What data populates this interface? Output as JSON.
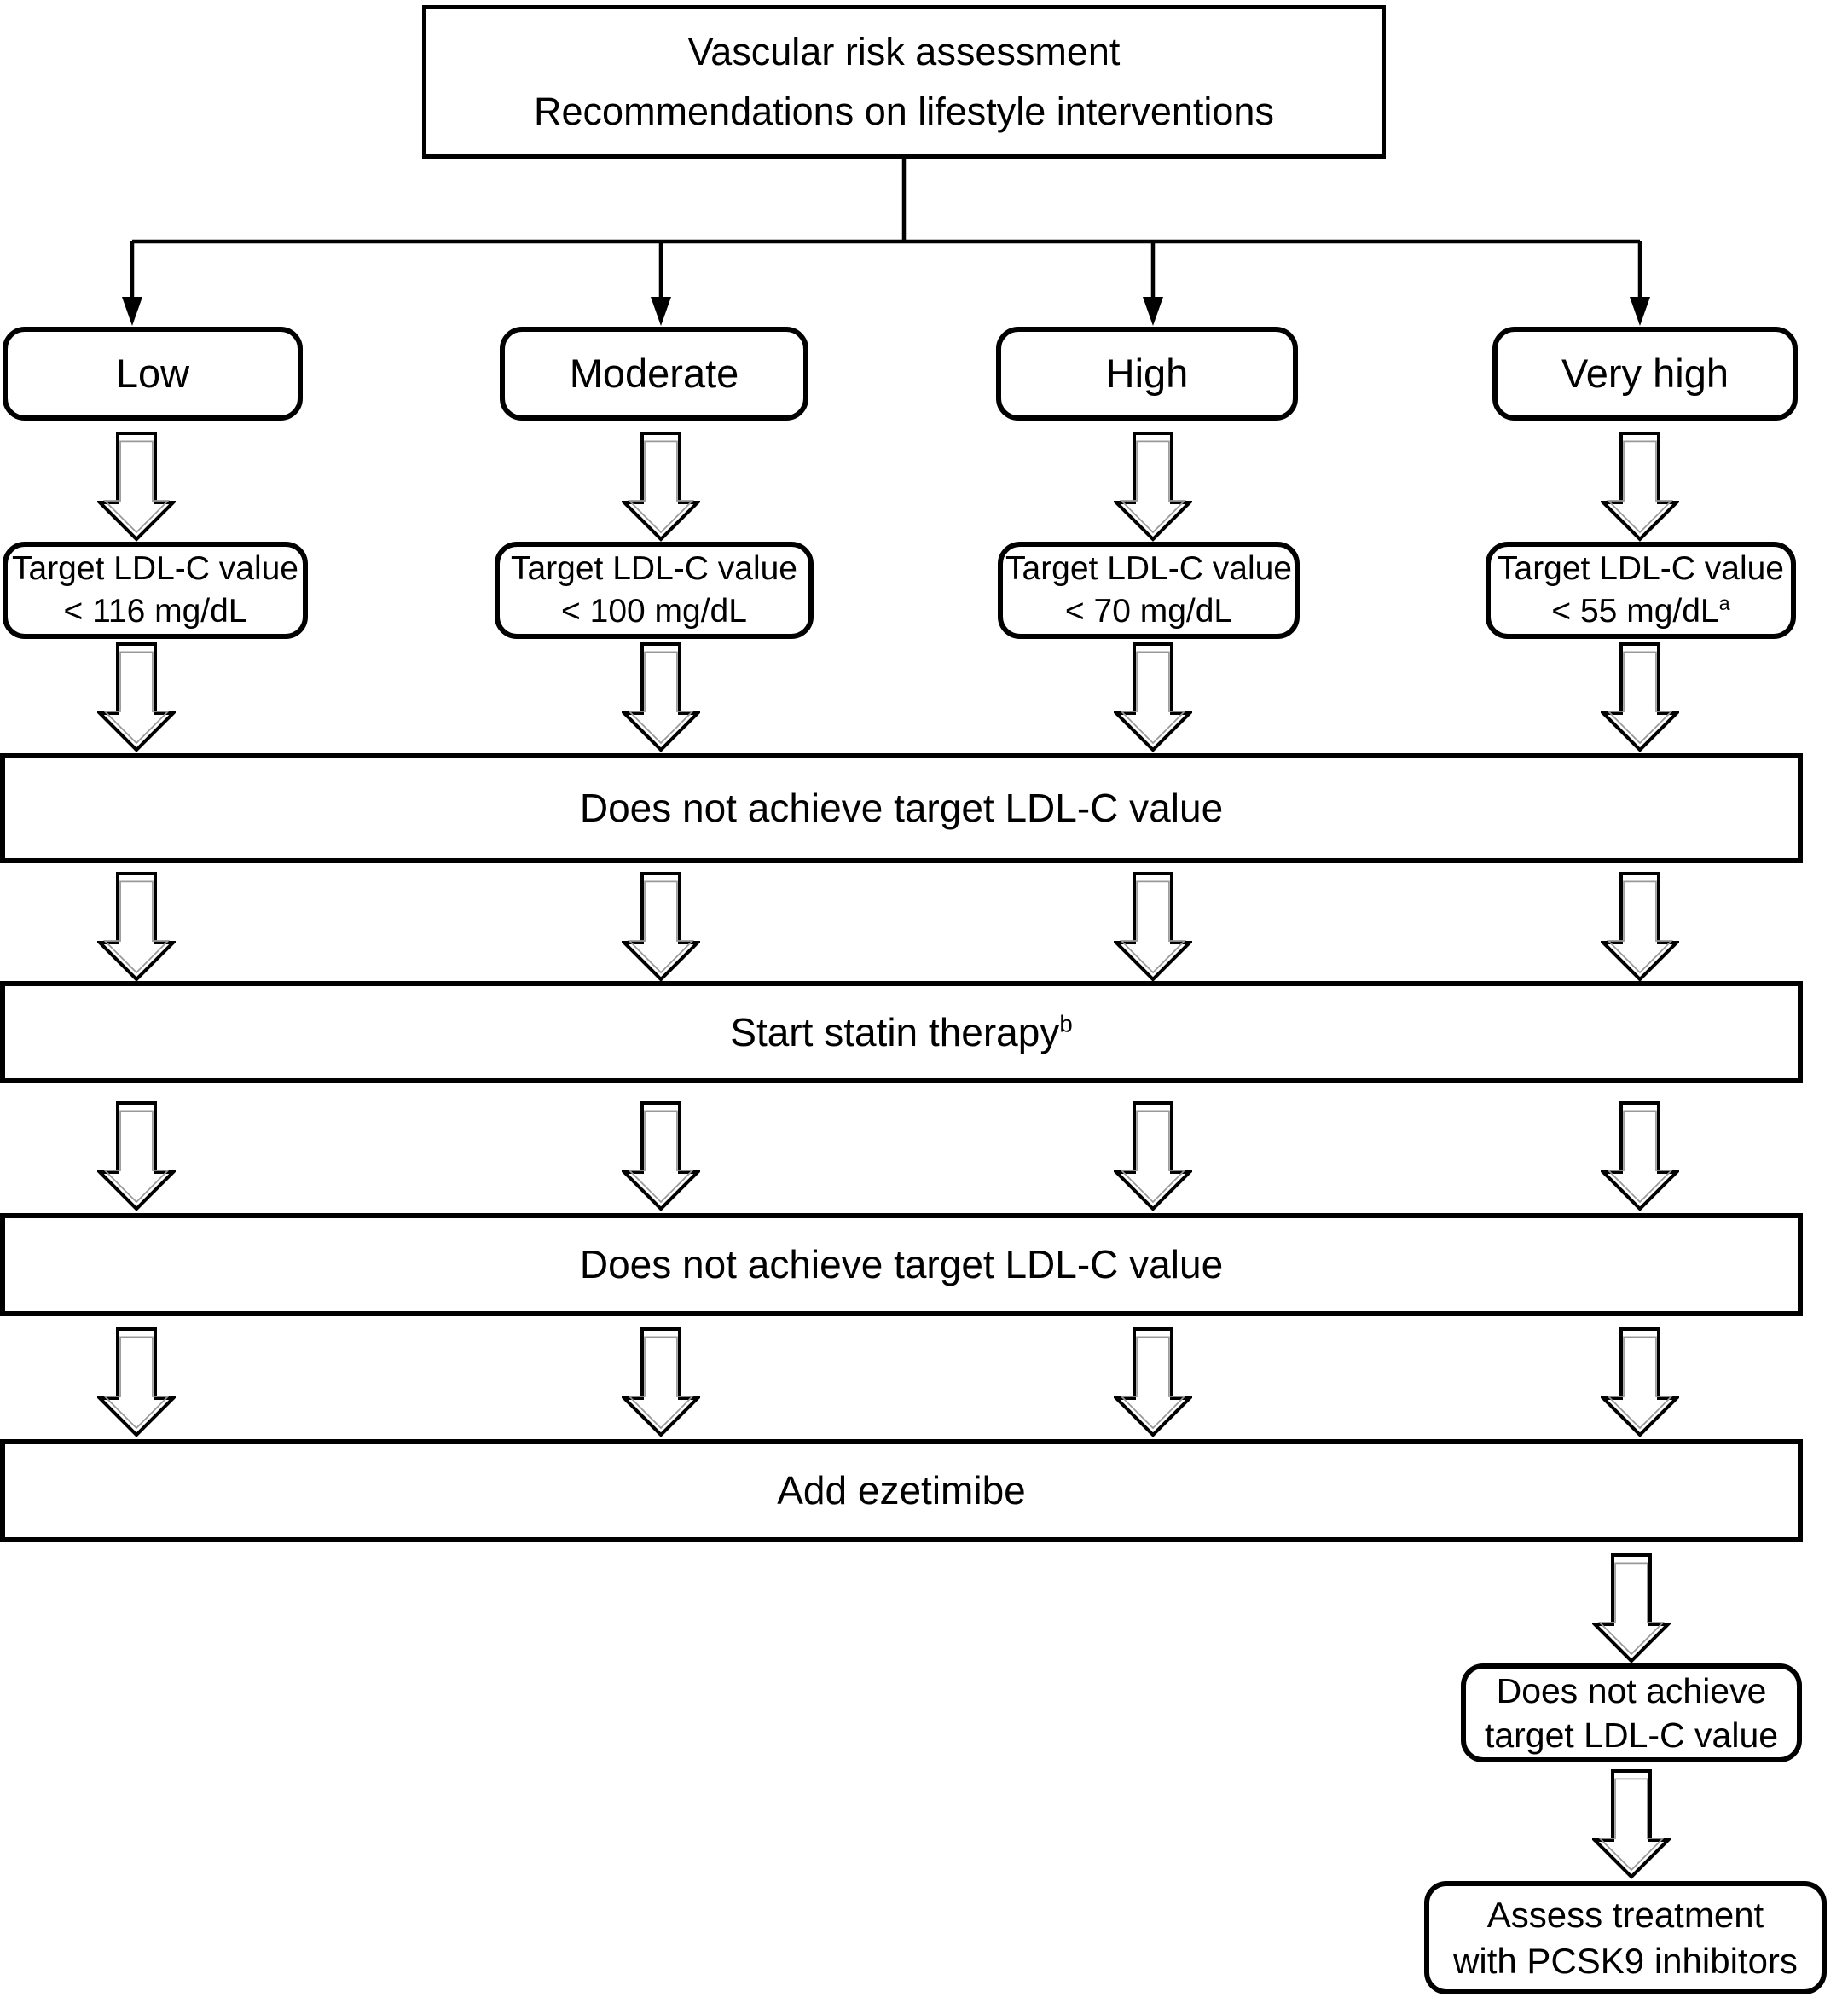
{
  "title": {
    "line1": "Vascular risk assessment",
    "line2": "Recommendations on lifestyle interventions"
  },
  "risk_levels": [
    {
      "label": "Low",
      "target_line1": "Target LDL-C value",
      "target_line2": "< 116 mg/dL",
      "target_superscript": ""
    },
    {
      "label": "Moderate",
      "target_line1": "Target LDL-C value",
      "target_line2": "< 100 mg/dL",
      "target_superscript": ""
    },
    {
      "label": "High",
      "target_line1": "Target LDL-C value",
      "target_line2": "< 70 mg/dL",
      "target_superscript": ""
    },
    {
      "label": "Very high",
      "target_line1": "Target LDL-C value",
      "target_line2": "< 55 mg/dL",
      "target_superscript": "a"
    }
  ],
  "steps": [
    {
      "label": "Does not achieve target LDL-C value",
      "superscript": ""
    },
    {
      "label": "Start statin therapy",
      "superscript": "b"
    },
    {
      "label": "Does not achieve target LDL-C value",
      "superscript": ""
    },
    {
      "label": "Add ezetimibe",
      "superscript": ""
    }
  ],
  "final_branch": {
    "not_achieved_line1": "Does not achieve",
    "not_achieved_line2": "target LDL-C value",
    "assess_line1": "Assess treatment",
    "assess_line2": "with PCSK9 inhibitors"
  },
  "colors": {
    "outline": "#000000",
    "fill": "#ffffff",
    "text": "#000000",
    "arrow_inner_line": "#999999"
  }
}
